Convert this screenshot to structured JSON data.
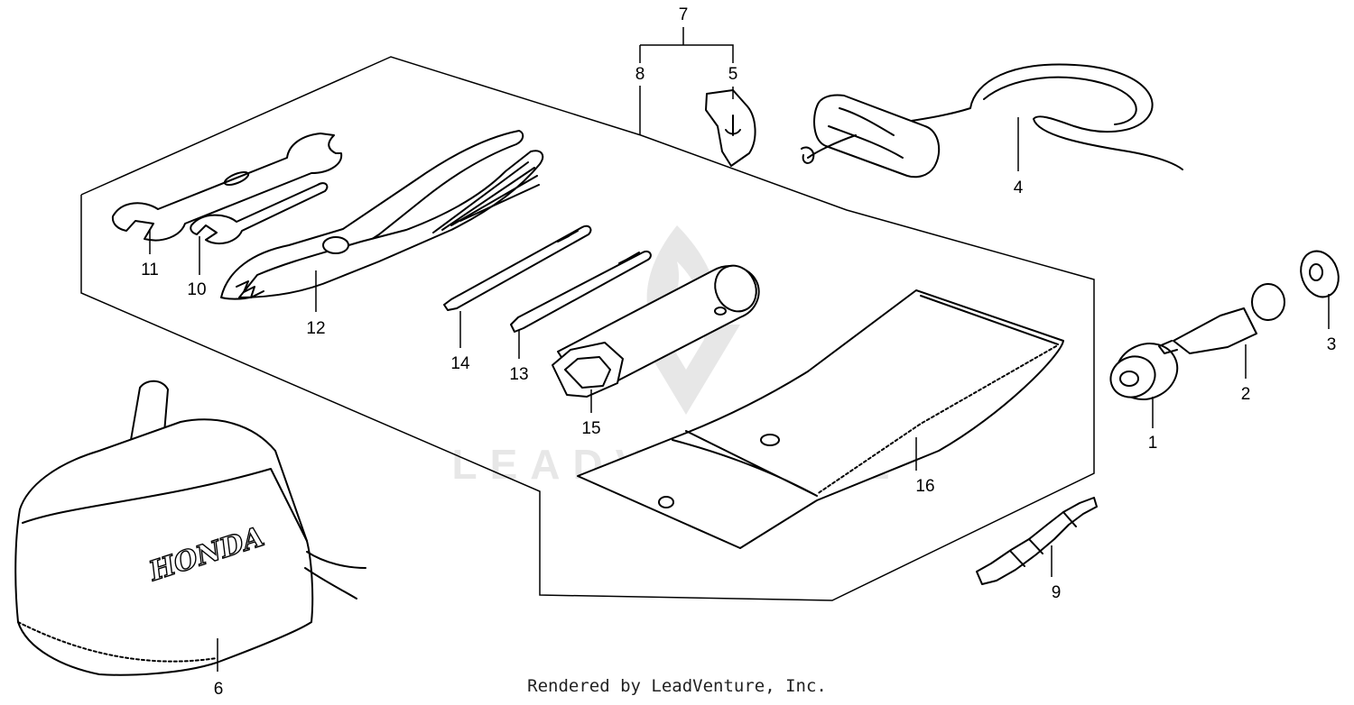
{
  "watermark": "LEADVENTURE",
  "footer": "Rendered by LeadVenture, Inc.",
  "cover_brand": "HONDA",
  "callouts": {
    "c1": "1",
    "c2": "2",
    "c3": "3",
    "c4": "4",
    "c5": "5",
    "c6": "6",
    "c7": "7",
    "c8": "8",
    "c9": "9",
    "c10": "10",
    "c11": "11",
    "c12": "12",
    "c13": "13",
    "c14": "14",
    "c15": "15",
    "c16": "16"
  }
}
